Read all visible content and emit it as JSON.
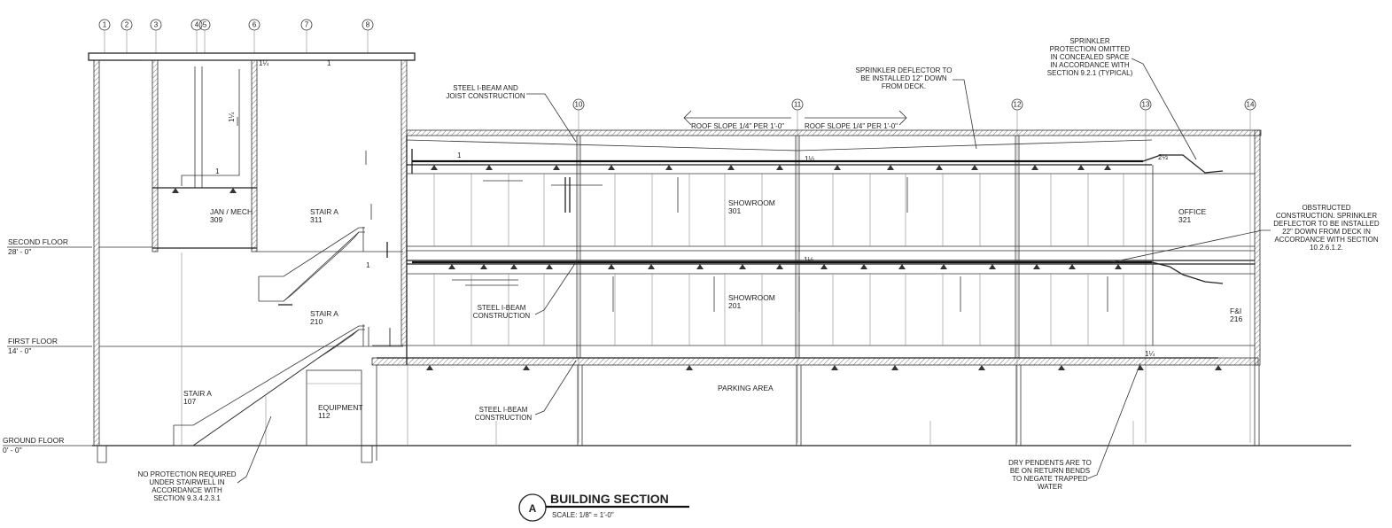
{
  "grid_lines": [
    "1",
    "2",
    "3",
    "4",
    "5",
    "6",
    "7",
    "8",
    "10",
    "11",
    "12",
    "13",
    "14"
  ],
  "levels": [
    {
      "name": "SECOND FLOOR",
      "elev": "28' - 0\""
    },
    {
      "name": "FIRST FLOOR",
      "elev": "14' - 0\""
    },
    {
      "name": "GROUND FLOOR",
      "elev": "0' - 0\""
    }
  ],
  "rooms": [
    {
      "name": "JAN / MECH",
      "number": "309"
    },
    {
      "name": "STAIR A",
      "number": "311"
    },
    {
      "name": "SHOWROOM",
      "number": "301"
    },
    {
      "name": "OFFICE",
      "number": "321"
    },
    {
      "name": "STAIR A",
      "number": "210"
    },
    {
      "name": "SHOWROOM",
      "number": "201"
    },
    {
      "name": "F&I",
      "number": "216"
    },
    {
      "name": "STAIR A",
      "number": "107"
    },
    {
      "name": "EQUIPMENT",
      "number": "112"
    },
    {
      "name": "PARKING AREA",
      "number": ""
    }
  ],
  "notes": {
    "steel_joist": [
      "STEEL I-BEAM AND",
      "JOIST CONSTRUCTION"
    ],
    "deflector_12": [
      "SPRINKLER DEFLECTOR TO",
      "BE INSTALLED 12\" DOWN",
      "FROM DECK."
    ],
    "concealed": [
      "SPRINKLER",
      "PROTECTION OMITTED",
      "IN CONCEALED SPACE",
      "IN ACCORDANCE WITH",
      "SECTION 9.2.1 (TYPICAL)"
    ],
    "obstructed": [
      "OBSTRUCTED",
      "CONSTRUCTION. SPRINKLER",
      "DEFLECTOR TO BE INSTALLED",
      "22\" DOWN FROM DECK IN",
      "ACCORDANCE WITH SECTION",
      "10.2.6.1.2."
    ],
    "steel_beam_1": [
      "STEEL I-BEAM",
      "CONSTRUCTION"
    ],
    "steel_beam_2": [
      "STEEL I-BEAM",
      "CONSTRUCTION"
    ],
    "no_protection": [
      "NO PROTECTION REQUIRED",
      "UNDER STAIRWELL IN",
      "ACCORDANCE WITH",
      "SECTION 9.3.4.2.3.1"
    ],
    "dry_pendents": [
      "DRY PENDENTS ARE TO",
      "BE ON RETURN BENDS",
      "TO NEGATE TRAPPED",
      "WATER"
    ]
  },
  "roof_slope": [
    "ROOF SLOPE 1/4\" PER 1'-0\"",
    "ROOF SLOPE 1/4\" PER 1'-0\""
  ],
  "pipe_sizes": [
    "1¼",
    "1",
    "1¼",
    "1",
    "1½",
    "2½",
    "1½",
    "1",
    "1¼",
    "1"
  ],
  "title": {
    "marker": "A",
    "name": "BUILDING SECTION",
    "scale": "SCALE: 1/8\" = 1'-0\""
  }
}
